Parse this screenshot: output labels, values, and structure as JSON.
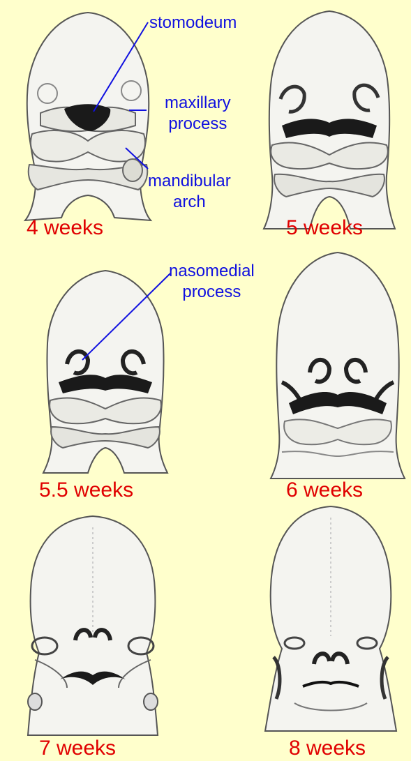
{
  "figure": {
    "background": "#ffffcc",
    "stage_color": "#e00000",
    "annotation_color": "#1010e0",
    "stages": [
      {
        "id": "4w",
        "label": "4 weeks"
      },
      {
        "id": "5w",
        "label": "5 weeks"
      },
      {
        "id": "5_5w",
        "label": "5.5 weeks"
      },
      {
        "id": "6w",
        "label": "6 weeks"
      },
      {
        "id": "7w",
        "label": "7 weeks"
      },
      {
        "id": "8w",
        "label": "8 weeks"
      }
    ],
    "annotations": {
      "stomodeum": "stomodeum",
      "maxillary_line1": "maxillary",
      "maxillary_line2": "process",
      "mandibular_line1": "mandibular",
      "mandibular_line2": "arch",
      "nasomedial_line1": "nasomedial",
      "nasomedial_line2": "process"
    }
  }
}
